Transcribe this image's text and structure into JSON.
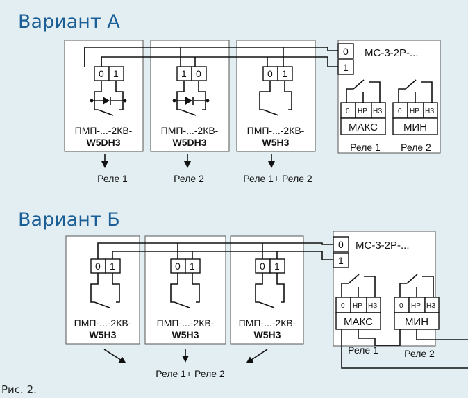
{
  "variant_a": {
    "heading": "Вариант А",
    "modules": [
      {
        "name_line1": "ПМП-...-2КВ-",
        "name_line2": "W5DH3",
        "terminal_left": "0",
        "terminal_right": "1",
        "output": "Реле 1",
        "has_diode": true
      },
      {
        "name_line1": "ПМП-...-2КВ-",
        "name_line2": "W5DH3",
        "terminal_left": "1",
        "terminal_right": "0",
        "output": "Реле 2",
        "has_diode": true
      },
      {
        "name_line1": "ПМП-...-2КВ-",
        "name_line2": "W5H3",
        "terminal_left": "0",
        "terminal_right": "1",
        "output": "Реле 1+ Реле 2",
        "has_diode": false
      }
    ],
    "controller": {
      "title": "МС-3-2Р-...",
      "input_0": "0",
      "input_1": "1",
      "relays": [
        {
          "contact_0": "0",
          "contact_no": "НР",
          "contact_nc": "НЗ",
          "name": "МАКС",
          "caption": "Реле 1"
        },
        {
          "contact_0": "0",
          "contact_no": "НР",
          "contact_nc": "НЗ",
          "name": "МИН",
          "caption": "Реле 2"
        }
      ]
    }
  },
  "variant_b": {
    "heading": "Вариант Б",
    "modules": [
      {
        "name_line1": "ПМП-...-2КВ-",
        "name_line2": "W5H3",
        "terminal_left": "0",
        "terminal_right": "1"
      },
      {
        "name_line1": "ПМП-...-2КВ-",
        "name_line2": "W5H3",
        "terminal_left": "0",
        "terminal_right": "1"
      },
      {
        "name_line1": "ПМП-...-2КВ-",
        "name_line2": "W5H3",
        "terminal_left": "0",
        "terminal_right": "1"
      }
    ],
    "common_output": "Реле 1+ Реле 2",
    "controller": {
      "title": "МС-3-2Р-...",
      "input_0": "0",
      "input_1": "1",
      "relays": [
        {
          "contact_0": "0",
          "contact_no": "НР",
          "contact_nc": "НЗ",
          "name": "МАКС",
          "caption": "Реле 1"
        },
        {
          "contact_0": "0",
          "contact_no": "НР",
          "contact_nc": "НЗ",
          "name": "МИН",
          "caption": "Реле 2"
        }
      ]
    }
  },
  "figure_caption": "Рис. 2."
}
